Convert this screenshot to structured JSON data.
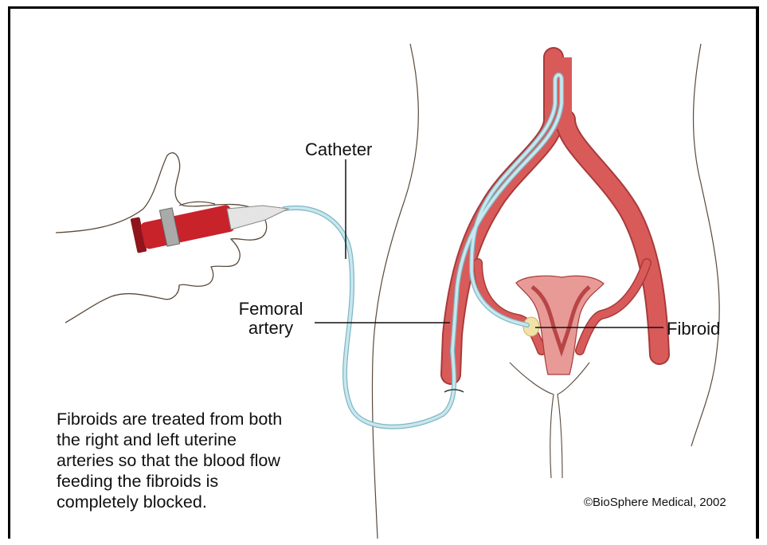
{
  "labels": {
    "catheter": "Catheter",
    "femoral_line1": "Femoral",
    "femoral_line2": "artery",
    "fibroid": "Fibroid"
  },
  "caption": {
    "line1": "Fibroids are treated from both",
    "line2": "the right and left uterine",
    "line3": "arteries so that the blood flow",
    "line4": "feeding the fibroids is",
    "line5": "completely blocked."
  },
  "copyright": "©BioSphere Medical, 2002",
  "colors": {
    "artery": "#d85b5a",
    "artery_dark": "#a83a3a",
    "catheter": "#c9e7ee",
    "catheter_edge": "#7fb7c4",
    "syringe": "#c8222b",
    "fibroid": "#f1e3a8",
    "uterus": "#e89a97"
  }
}
